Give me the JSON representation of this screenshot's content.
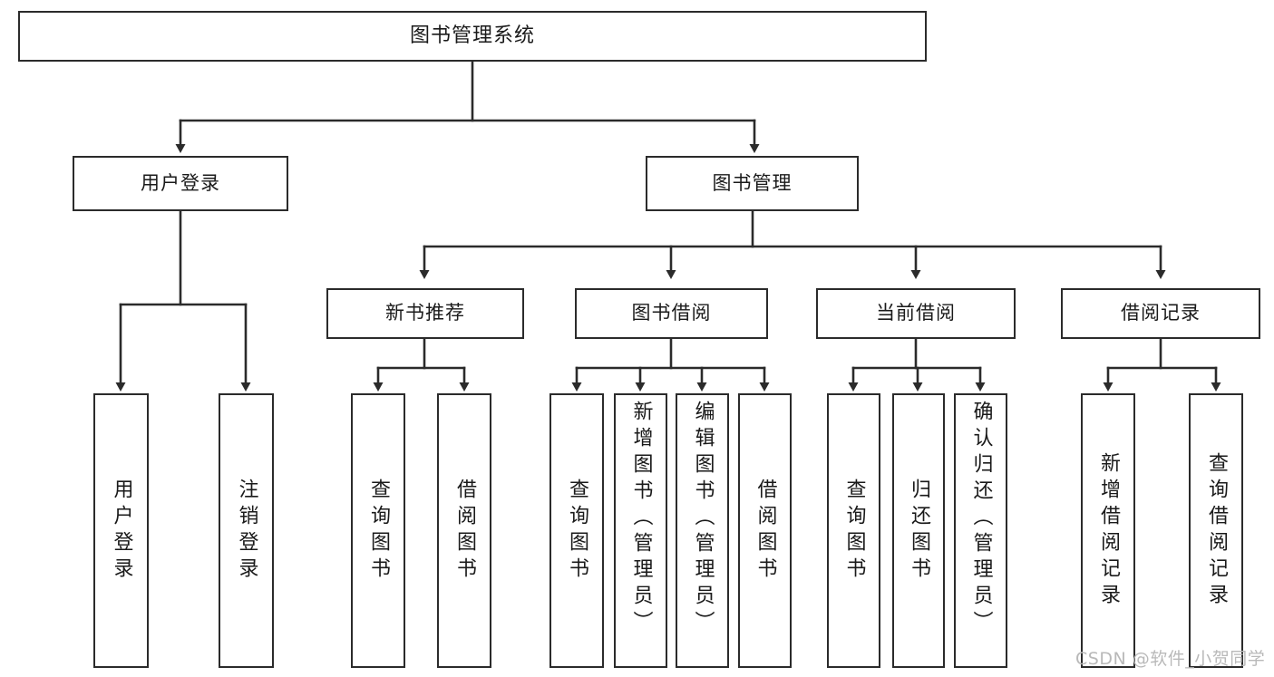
{
  "diagram": {
    "type": "tree",
    "title": "图书管理系统",
    "root": {
      "label": "图书管理系统"
    },
    "level1": [
      {
        "id": "user-login",
        "label": "用户登录"
      },
      {
        "id": "book-management",
        "label": "图书管理"
      }
    ],
    "level2": [
      {
        "id": "new-book-recommend",
        "label": "新书推荐",
        "parent": "book-management"
      },
      {
        "id": "book-borrow",
        "label": "图书借阅",
        "parent": "book-management"
      },
      {
        "id": "current-borrow",
        "label": "当前借阅",
        "parent": "book-management"
      },
      {
        "id": "borrow-record",
        "label": "借阅记录",
        "parent": "book-management"
      }
    ],
    "leaves": [
      {
        "id": "leaf-user-login",
        "label": "用户登录",
        "parent": "user-login"
      },
      {
        "id": "leaf-logout-login",
        "label": "注销登录",
        "parent": "user-login"
      },
      {
        "id": "leaf-query-book-1",
        "label": "查询图书",
        "parent": "new-book-recommend"
      },
      {
        "id": "leaf-borrow-book-1",
        "label": "借阅图书",
        "parent": "new-book-recommend"
      },
      {
        "id": "leaf-query-book-2",
        "label": "查询图书",
        "parent": "book-borrow"
      },
      {
        "id": "leaf-add-book",
        "label": "新增图书（管理员）",
        "parent": "book-borrow"
      },
      {
        "id": "leaf-edit-book",
        "label": "编辑图书（管理员）",
        "parent": "book-borrow"
      },
      {
        "id": "leaf-borrow-book-2",
        "label": "借阅图书",
        "parent": "book-borrow"
      },
      {
        "id": "leaf-query-book-3",
        "label": "查询图书",
        "parent": "current-borrow"
      },
      {
        "id": "leaf-return-book",
        "label": "归还图书",
        "parent": "current-borrow"
      },
      {
        "id": "leaf-confirm-return",
        "label": "确认归还（管理员）",
        "parent": "current-borrow"
      },
      {
        "id": "leaf-add-record",
        "label": "新增借阅记录",
        "parent": "borrow-record"
      },
      {
        "id": "leaf-query-record",
        "label": "查询借阅记录",
        "parent": "borrow-record"
      }
    ],
    "colors": {
      "stroke": "#2b2b2b",
      "fill": "#ffffff",
      "text": "#1a1a1a",
      "watermark": "#b9b9b9"
    }
  },
  "watermark": {
    "text": "CSDN @软件_小贺同学"
  }
}
